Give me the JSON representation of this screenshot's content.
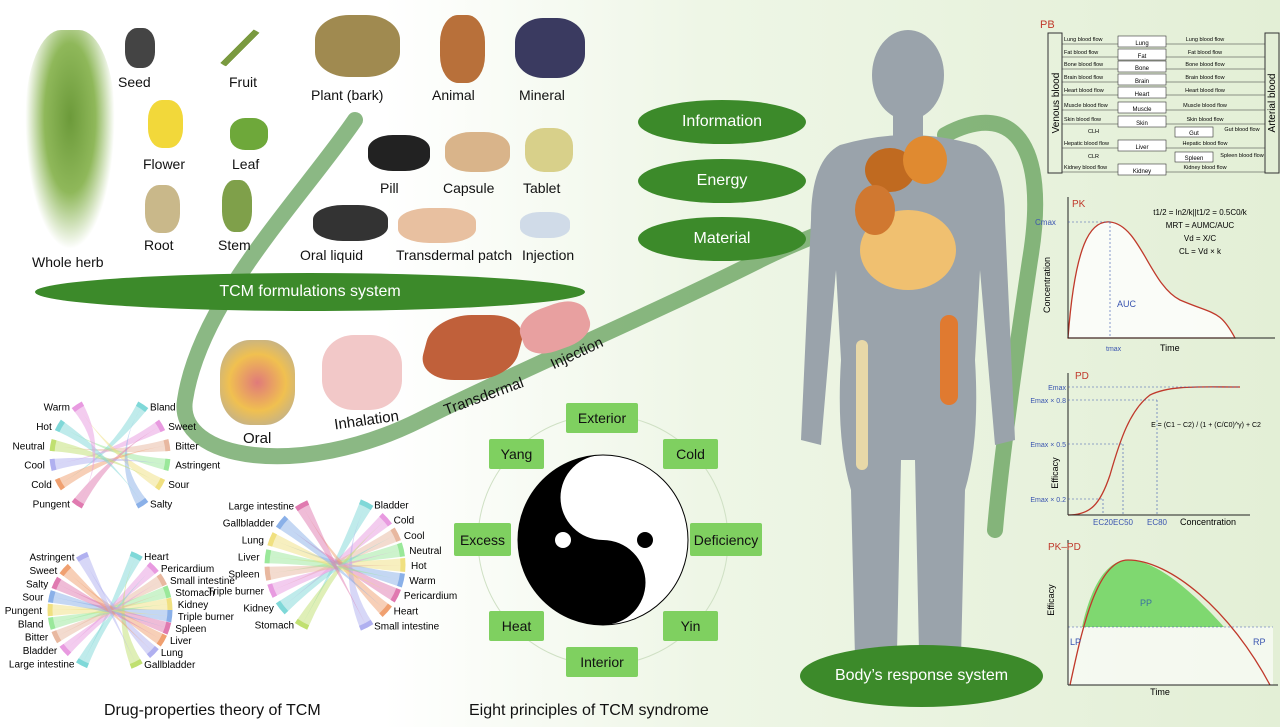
{
  "herbs": {
    "whole_herb": "Whole herb",
    "seed": "Seed",
    "fruit": "Fruit",
    "flower": "Flower",
    "leaf": "Leaf",
    "root": "Root",
    "stem": "Stem"
  },
  "sources": {
    "plant": "Plant (bark)",
    "animal": "Animal",
    "mineral": "Mineral"
  },
  "dosage_forms": {
    "pill": "Pill",
    "capsule": "Capsule",
    "tablet": "Tablet",
    "oral_liquid": "Oral liquid",
    "patch": "Transdermal patch",
    "injection": "Injection"
  },
  "formulations_system": "TCM formulations system",
  "routes": {
    "oral": "Oral",
    "inhalation": "Inhalation",
    "transdermal": "Transdermal",
    "injection": "Injection"
  },
  "flows": {
    "information": "Information",
    "energy": "Energy",
    "material": "Material"
  },
  "body_response": "Body’s response system",
  "eight_principles": {
    "exterior": "Exterior",
    "cold": "Cold",
    "deficiency": "Deficiency",
    "yin": "Yin",
    "interior": "Interior",
    "heat": "Heat",
    "excess": "Excess",
    "yang": "Yang"
  },
  "captions": {
    "drug_properties": "Drug-properties theory of TCM",
    "eight_principles": "Eight principles of TCM syndrome"
  },
  "chords": {
    "tastes_natures": {
      "labels": [
        "Bland",
        "Sweet",
        "Bitter",
        "Astringent",
        "Sour",
        "Salty",
        "Pungent",
        "Cold",
        "Cool",
        "Neutral",
        "Hot",
        "Warm"
      ]
    },
    "tastes_meridians": {
      "labels": [
        "Heart",
        "Pericardium",
        "Small intestine",
        "Stomach",
        "Kidney",
        "Triple burner",
        "Spleen",
        "Liver",
        "Lung",
        "Gallbladder",
        "Large intestine",
        "Bladder",
        "Bitter",
        "Bland",
        "Pungent",
        "Sour",
        "Salty",
        "Sweet",
        "Astringent"
      ]
    },
    "meridians_natures": {
      "labels": [
        "Bladder",
        "Cold",
        "Cool",
        "Neutral",
        "Hot",
        "Warm",
        "Pericardium",
        "Heart",
        "Small intestine",
        "Stomach",
        "Kidney",
        "Triple burner",
        "Spleen",
        "Liver",
        "Lung",
        "Gallbladder",
        "Large intestine"
      ]
    }
  },
  "pb": {
    "title": "PB",
    "venous": "Venous blood",
    "arterial": "Arterial blood",
    "organs": [
      {
        "name": "Lung",
        "left": "Lung blood flow",
        "right": "Lung blood flow"
      },
      {
        "name": "Fat",
        "left": "Fat blood flow",
        "right": "Fat blood flow"
      },
      {
        "name": "Bone",
        "left": "Bone blood flow",
        "right": "Bone blood flow"
      },
      {
        "name": "Brain",
        "left": "Brain blood flow",
        "right": "Brain blood flow"
      },
      {
        "name": "Heart",
        "left": "Heart blood flow",
        "right": "Heart blood flow"
      },
      {
        "name": "Muscle",
        "left": "Muscle blood flow",
        "right": "Muscle blood flow"
      },
      {
        "name": "Skin",
        "left": "Skin blood flow",
        "right": "Skin blood flow"
      },
      {
        "name": "Liver",
        "left": "Hepatic blood flow",
        "right": "Hepatic blood flow"
      },
      {
        "name": "Kidney",
        "left": "Kidney blood flow",
        "right": "Kidney blood flow"
      }
    ],
    "gut": "Gut",
    "gut_flow": "Gut blood flow",
    "spleen": "Spleen",
    "spleen_flow": "Spleen blood flow",
    "cl_h": "CLH",
    "cl_r": "CLR"
  },
  "pk": {
    "title": "PK",
    "ylabel": "Concentration",
    "xlabel": "Time",
    "cmax": "Cmax",
    "tmax": "tmax",
    "auc": "AUC",
    "eq1": "t1/2 = ln2/k||t1/2 = 0.5C0/k",
    "eq2": "MRT = AUMC/AUC",
    "eq3": "Vd = X/C",
    "eq4": "CL = Vd × k"
  },
  "pd": {
    "title": "PD",
    "ylabel": "Efficacy",
    "xlabel": "Concentration",
    "emax": "Emax",
    "e08": "Emax × 0.8",
    "e05": "Emax × 0.5",
    "e02": "Emax × 0.2",
    "ec20": "EC20",
    "ec50": "EC50",
    "ec80": "EC80",
    "eq": "E = (C1 − C2) / (1 + (C/C0)^γ) + C2"
  },
  "pkpd": {
    "title": "PK–PD",
    "ylabel": "Efficacy",
    "xlabel": "Time",
    "pp": "PP",
    "lp": "LP",
    "rp": "RP"
  },
  "colors": {
    "ellipse": "#3c8a2a",
    "box": "#7fd060",
    "curve": "#5a9a50",
    "red": "#c0392b",
    "blue": "#3a55b0"
  }
}
